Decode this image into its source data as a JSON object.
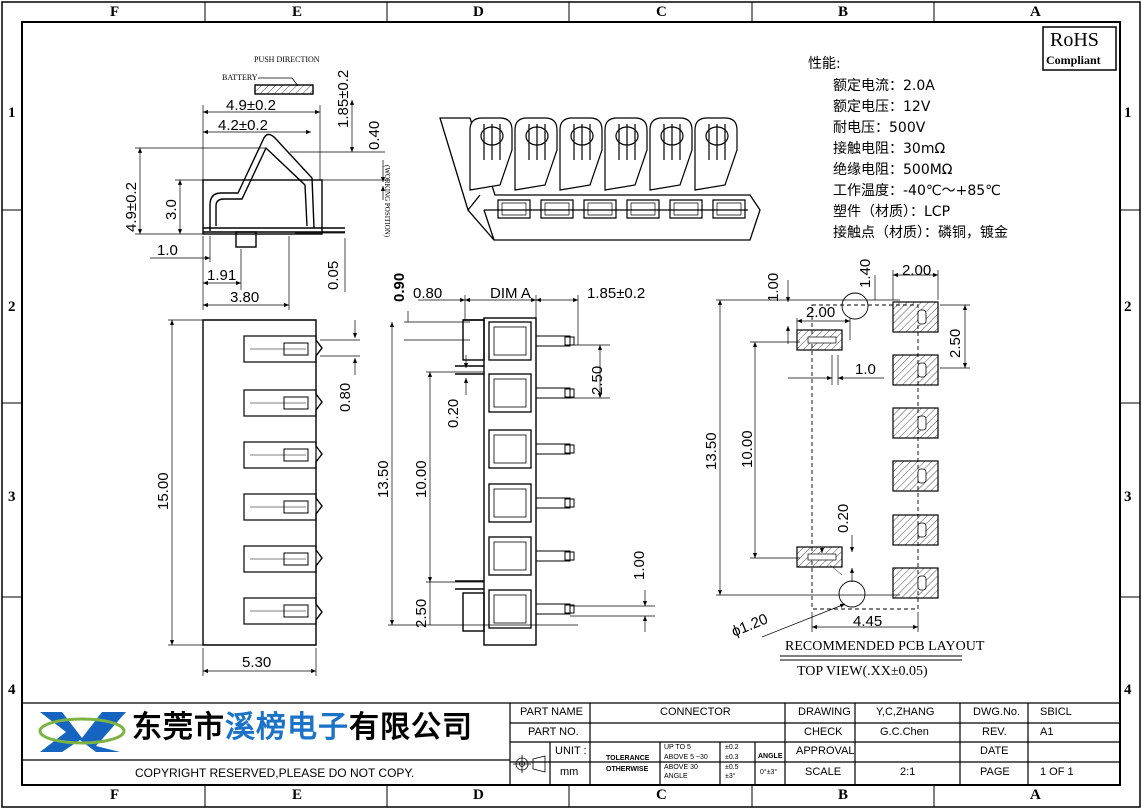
{
  "zones": {
    "columns": [
      "F",
      "E",
      "D",
      "C",
      "B",
      "A"
    ],
    "rows": [
      "1",
      "2",
      "3",
      "4"
    ]
  },
  "rohs": {
    "title": "RoHS",
    "subtitle": "Compliant"
  },
  "specs": {
    "heading": "性能:",
    "lines": [
      "额定电流：2.0A",
      "额定电压：12V",
      "耐电压：500V",
      "接触电阻：30mΩ",
      "绝缘电阻：500MΩ",
      "工作温度：-40℃～+85℃",
      "塑件（材质）：LCP",
      "接触点（材质）：磷铜，镀金"
    ]
  },
  "side_view": {
    "push_direction": "PUSH DIRECTION",
    "battery": "BATTERY",
    "working_position": "(WORKING POSITION)",
    "dims": {
      "d49": "4.9±0.2",
      "d42": "4.2±0.2",
      "d185": "1.85±0.2",
      "d040": "0.40",
      "dv49": "4.9±0.2",
      "d30": "3.0",
      "d10": "1.0",
      "d191": "1.91",
      "d380": "3.80",
      "d005": "0.05"
    }
  },
  "top_view": {
    "dims": {
      "d1500": "15.00",
      "d080": "0.80",
      "d530": "5.30"
    }
  },
  "front_view": {
    "dims": {
      "d090": "0.90",
      "d080": "0.80",
      "dimA": "DIM A",
      "d185": "1.85±0.2",
      "d250": "2.50",
      "d020": "0.20",
      "d1350": "13.50",
      "d1000": "10.00",
      "d100": "1.00",
      "d250b": "2.50"
    }
  },
  "pcb": {
    "dims": {
      "d140": "1.40",
      "d200": "2.00",
      "d100": "1.00",
      "d200b": "2.00",
      "d250": "2.50",
      "d10": "1.0",
      "d1350": "13.50",
      "d1000": "10.00",
      "d020": "0.20",
      "d445": "4.45",
      "phi": "ϕ1.20"
    },
    "caption": "RECOMMENDED PCB LAYOUT",
    "subcaption": "TOP VIEW(.XX±0.05)"
  },
  "title_block": {
    "company": "东莞市",
    "company_hl": "溪榜电子",
    "company_tail": "有限公司",
    "copyright": "COPYRIGHT RESERVED,PLEASE DO NOT COPY.",
    "part_name_label": "PART NAME",
    "part_name": "CONNECTOR",
    "part_no_label": "PART NO.",
    "part_no": "",
    "unit_label": "UNIT :",
    "unit": "mm",
    "tolerance_label": "TOLERANCE",
    "otherwise_label": "OTHERWISE",
    "tol_rows": [
      "UP TO 5",
      "ABOVE 5 ~30",
      "ABOVE 30",
      "ANGLE"
    ],
    "tol_vals": [
      "±0.2",
      "±0.3",
      "±0.5",
      "±3°"
    ],
    "angle_label": "ANGLE",
    "angle_val": "0°±3°",
    "drawing_label": "DRAWING",
    "drawing": "Y,C,ZHANG",
    "check_label": "CHECK",
    "check": "G.C.Chen",
    "approval_label": "APPROVAL",
    "approval": "",
    "scale_label": "SCALE",
    "scale": "2:1",
    "dwg_label": "DWG.No.",
    "dwg": "SBICL",
    "rev_label": "REV.",
    "rev": "A1",
    "date_label": "DATE",
    "date": "",
    "page_label": "PAGE",
    "page": "1 OF 1"
  },
  "colors": {
    "line": "#000000",
    "accent": "#1a73c8",
    "logo": "#1565c0"
  }
}
